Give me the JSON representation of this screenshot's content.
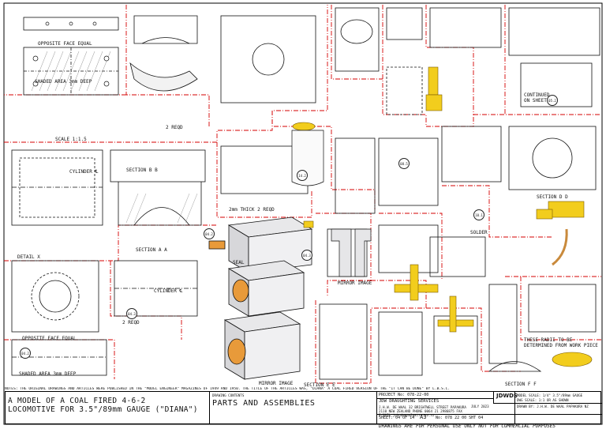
{
  "labels": {
    "opposite_face_equal": "OPPOSITE FACE EQUAL",
    "shaded_area": "SHADED AREA 3mm DEEP",
    "scale_11": "SCALE 1:1.5",
    "cylinder": "CYLINDER ℄",
    "section_bb": "SECTION B B",
    "section_aa": "SECTION A A",
    "detail_x": "DETAIL X",
    "two_reqd": "2 REQD",
    "two_mm_thick": "2mm THICK  2 REQD",
    "seal": "SEAL",
    "mirror_image": "MIRROR IMAGE",
    "solder": "SOLDER",
    "continued_1": "CONTINUED",
    "continued_2": "ON SHEET 05",
    "section_dd": "SECTION D D",
    "radii_1": "THESE RADII TO BE",
    "radii_2": "DETERMINED FROM WORK PIECE",
    "section_ff": "SECTION F F",
    "section_ee": "SECTION E E"
  },
  "balloons": [
    "14.2",
    "04.2",
    "04.3",
    "08.5",
    "10.1",
    "05.2",
    "04.3",
    "04.2"
  ],
  "notes": "NOTES: THE ORIGINAL DRAWINGS AND ARTICLES WERE PUBLISHED IN THE \"MODEL ENGINEER\" MAGAZINES OF 1949 AND 1950. THE TITLE OF THE ARTICLES WAS, \"DIANA\" A COAL FIRED VERSION OF THE \"IT CAN BE DONE\" BY L.B.S.C.",
  "title_block": {
    "title_line1": "A MODEL OF A COAL FIRED 4-6-2",
    "title_line2": "LOCOMOTIVE FOR 3.5\"/89mm GAUGE (\"DIANA\")",
    "contents_label": "DRAWING CONTENTS",
    "contents": "PARTS AND ASSEMBLIES",
    "project": "PROJECT No: 078-22-00",
    "company": "JDW DRAUGHTING SERVICES",
    "address1": "J.H.W. DE WAAL 32 BRIGHTWELL STREET PAPAKURA",
    "address2": "2110 NEW ZEALAND PHONE 0064 21 2986875 FAX",
    "address3": "E-MAIL johndewaal@xtra.co.nz",
    "logo": "JDWDS",
    "model_scale": "MODEL SCALE: 1/4\" 3.5\"/89mm GAUGE",
    "dwg_scale": "DWG SCALE: 1:1 OR AS SHOWN",
    "date": "JULY 2023",
    "drawn_by": "DRAWN BY: J.H.W. DE WAAL PAPAKURA NZ",
    "sheet": "SHEET: 04 OF 14",
    "size": "A3",
    "drawing_no": "No: 078 22 00 SHT 04"
  },
  "footer": "DRAWINGS ARE FOR PERSONAL USE ONLY NOT FOR COMMERCIAL PURPOSES"
}
